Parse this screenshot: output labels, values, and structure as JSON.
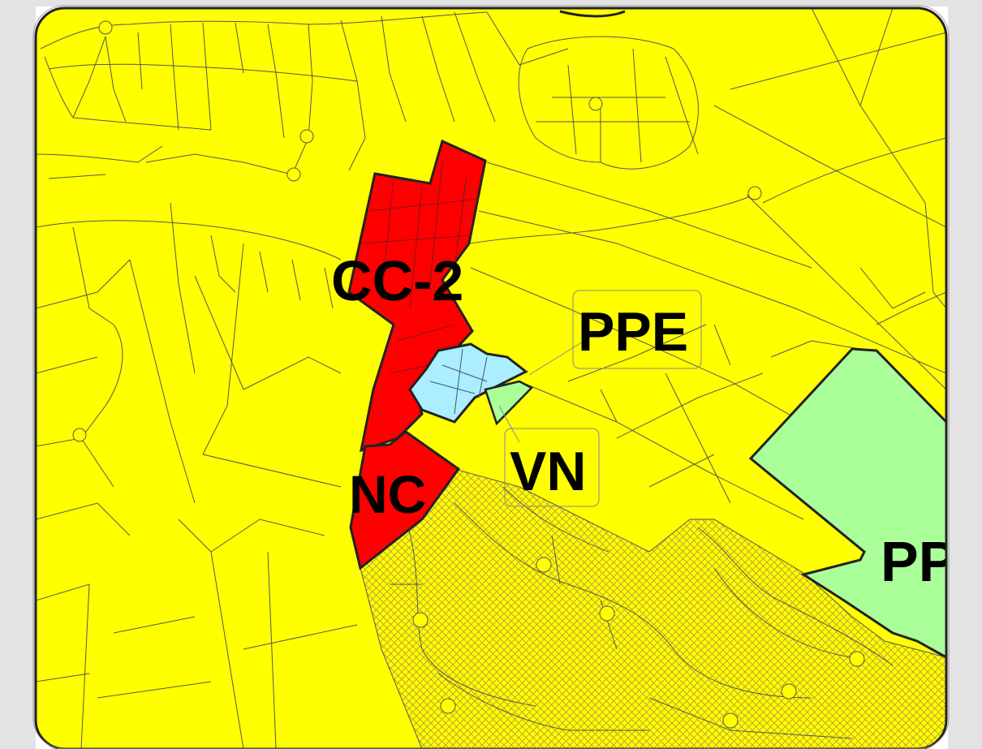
{
  "map": {
    "colors": {
      "background": "#ffff00",
      "commercial": "#ff0000",
      "village": "#aaeeff",
      "preserve": "#aaff99",
      "hatch": "#c0a040",
      "parcel_line": "#555555",
      "outer_frame": "#e3e3e3"
    },
    "zones": [
      {
        "id": "cc2",
        "label": "CC-2",
        "fill": "#ff0000"
      },
      {
        "id": "nc",
        "label": "NC",
        "fill": "#ff0000"
      },
      {
        "id": "ppe",
        "label": "PPE",
        "fill": "#ffff00"
      },
      {
        "id": "vn",
        "label": "VN",
        "fill": "#aaeeff"
      },
      {
        "id": "pp",
        "label": "PP",
        "fill": "#aaff99"
      }
    ]
  }
}
